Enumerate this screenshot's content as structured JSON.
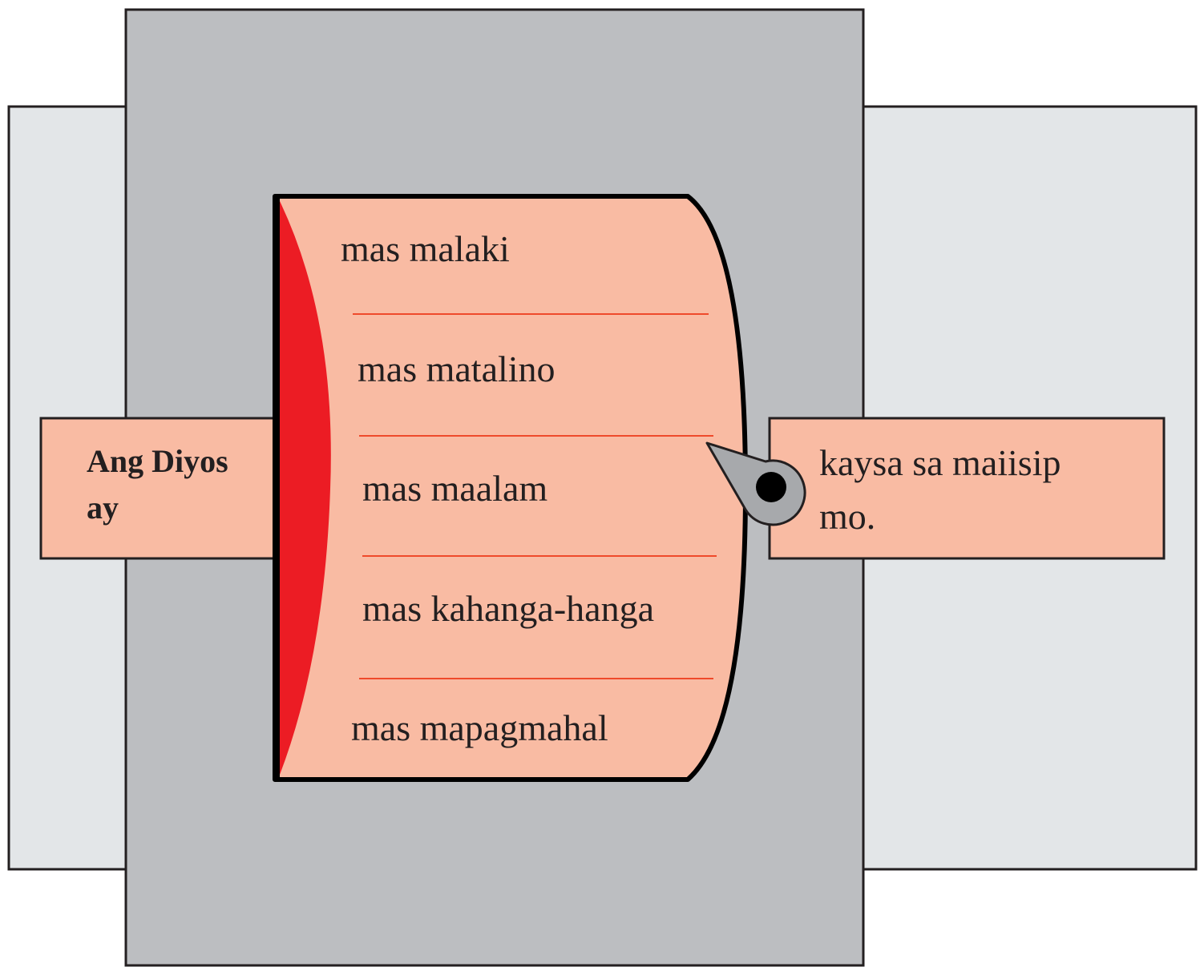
{
  "left_label": {
    "line1": "Ang Diyos",
    "line2": "ay"
  },
  "wheel_items": [
    "mas malaki",
    "mas matalino",
    "mas maalam",
    "mas kahanga-hanga",
    "mas mapagmahal"
  ],
  "right_label": {
    "line1": "kaysa sa maiisip",
    "line2": "mo."
  },
  "colors": {
    "outer_panel": "#e3e6e8",
    "center_panel": "#bcbec1",
    "card_fill": "#f9bba3",
    "spine_red": "#ec1c24",
    "divider_line": "#ef4a2b",
    "pointer_grey": "#a7a9ac",
    "outline": "#231f20"
  }
}
